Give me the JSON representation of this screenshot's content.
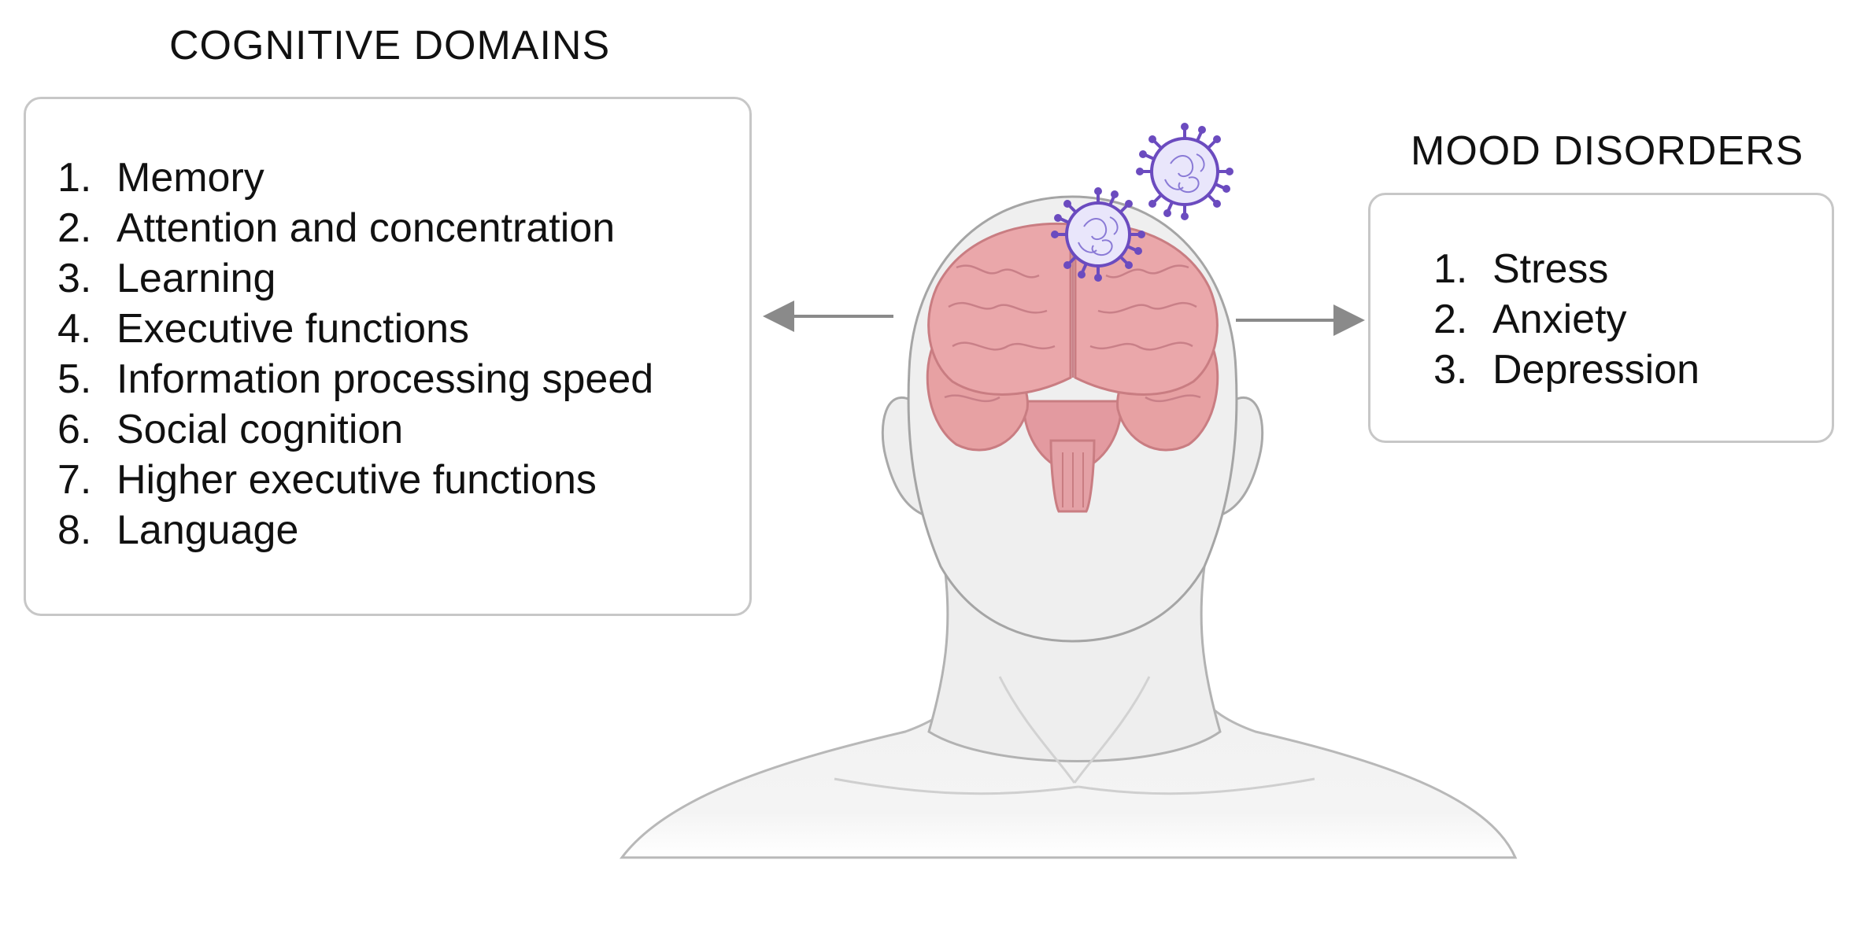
{
  "cognitive": {
    "heading": "COGNITIVE DOMAINS",
    "items": [
      {
        "num": "1.",
        "text": "Memory"
      },
      {
        "num": "2.",
        "text": "Attention and concentration"
      },
      {
        "num": "3.",
        "text": "Learning"
      },
      {
        "num": "4.",
        "text": "Executive functions"
      },
      {
        "num": "5.",
        "text": "Information processing speed"
      },
      {
        "num": "6.",
        "text": "Social cognition"
      },
      {
        "num": "7.",
        "text": "Higher executive functions"
      },
      {
        "num": "8.",
        "text": "Language"
      }
    ]
  },
  "mood": {
    "heading": "MOOD DISORDERS",
    "items": [
      {
        "num": "1.",
        "text": "Stress"
      },
      {
        "num": "2.",
        "text": "Anxiety"
      },
      {
        "num": "3.",
        "text": "Depression"
      }
    ]
  },
  "colors": {
    "box_border": "#c7c7c7",
    "arrow": "#8a8a8a",
    "brain": "#e7a1a3",
    "brain_outline": "#c97d82",
    "skin": "#eeeeee",
    "skin_outline": "#a9a9a9",
    "virus_outline": "#6b4bbf",
    "virus_fill": "#e9e6fb"
  },
  "icons": [
    "human-head-icon",
    "brain-icon",
    "virus-icon",
    "arrow-left-icon",
    "arrow-right-icon"
  ]
}
